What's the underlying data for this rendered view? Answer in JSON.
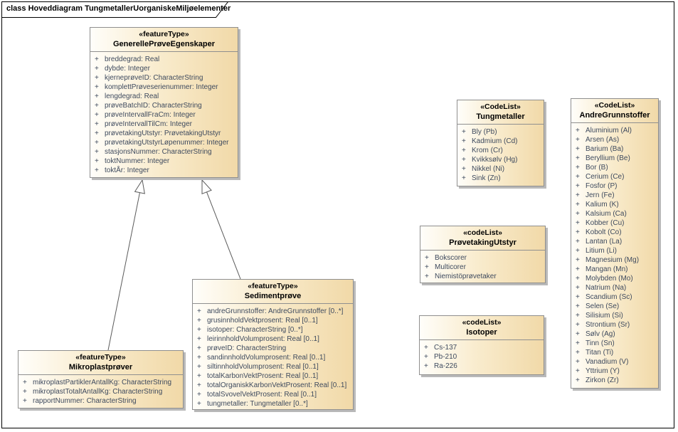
{
  "diagram": {
    "title": "class Hoveddiagram TungmetallerUorganiskeMiljøelementer",
    "visibility_marker": "+",
    "colors": {
      "box_fill_left": "#fffefa",
      "box_fill_right": "#f1d9a8",
      "box_border": "#8f8f8f",
      "box_shadow": "#b9b9b9",
      "attribute_text": "#3e4a5e",
      "title_text": "#000000",
      "connector": "#5a5a5a",
      "frame": "#000000"
    }
  },
  "classes": {
    "generelle": {
      "stereotype": "«featureType»",
      "name": "GenerellePrøveEgenskaper",
      "attributes": [
        "breddegrad: Real",
        "dybde: Integer",
        "kjerneprøveID: CharacterString",
        "komplettPrøveserienummer: Integer",
        "lengdegrad: Real",
        "prøveBatchID: CharacterString",
        "prøveIntervallFraCm: Integer",
        "prøveIntervallTilCm: Integer",
        "prøvetakingUtstyr: PrøvetakingUtstyr",
        "prøvetakingUtstyrLøpenummer: Integer",
        "stasjonsNummer: CharacterString",
        "toktNummer: Integer",
        "toktÅr: Integer"
      ]
    },
    "mikroplast": {
      "stereotype": "«featureType»",
      "name": "Mikroplastprøver",
      "attributes": [
        "mikroplastPartiklerAntallKg: CharacterString",
        "mikroplastTotaltAntallKg: CharacterString",
        "rapportNummer: CharacterString"
      ]
    },
    "sediment": {
      "stereotype": "«featureType»",
      "name": "Sedimentprøve",
      "attributes": [
        "andreGrunnstoffer: AndreGrunnstoffer [0..*]",
        "grusinnholdVektprosent: Real [0..1]",
        "isotoper: CharacterString [0..*]",
        "leirinnholdVolumprosent: Real [0..1]",
        "prøveID: CharacterString",
        "sandinnholdVolumprosent: Real [0..1]",
        "siltinnholdVolumprosent: Real [0..1]",
        "totalKarbonVektProsent: Real [0..1]",
        "totalOrganiskKarbonVektProsent: Real [0..1]",
        "totalSvovelVektProsent: Real [0..1]",
        "tungmetaller: Tungmetaller [0..*]"
      ]
    },
    "tungmetaller": {
      "stereotype": "«CodeList»",
      "name": "Tungmetaller",
      "attributes": [
        "Bly (Pb)",
        "Kadmium (Cd)",
        "Krom (Cr)",
        "Kvikksølv (Hg)",
        "Nikkel (Ni)",
        "Sink (Zn)"
      ]
    },
    "andregrunnstoffer": {
      "stereotype": "«CodeList»",
      "name": "AndreGrunnstoffer",
      "attributes": [
        "Aluminium (Al)",
        "Arsen (As)",
        "Barium (Ba)",
        "Beryllium (Be)",
        "Bor (B)",
        "Cerium (Ce)",
        "Fosfor (P)",
        "Jern (Fe)",
        "Kalium (K)",
        "Kalsium (Ca)",
        "Kobber (Cu)",
        "Kobolt (Co)",
        "Lantan (La)",
        "Litium (Li)",
        "Magnesium (Mg)",
        "Mangan (Mn)",
        "Molybden (Mo)",
        "Natrium (Na)",
        "Scandium (Sc)",
        "Selen (Se)",
        "Silisium (Si)",
        "Strontium (Sr)",
        "Sølv (Ag)",
        "Tinn (Sn)",
        "Titan (Ti)",
        "Vanadium (V)",
        "Yttrium (Y)",
        "Zirkon (Zr)"
      ]
    },
    "provetakingutstyr": {
      "stereotype": "«codeList»",
      "name": "PrøvetakingUtstyr",
      "attributes": [
        "Bokscorer",
        "Multicorer",
        "Niemistöprøvetaker"
      ]
    },
    "isotoper": {
      "stereotype": "«codeList»",
      "name": "Isotoper",
      "attributes": [
        "Cs-137",
        "Pb-210",
        "Ra-226"
      ]
    }
  },
  "relationships": [
    {
      "type": "generalization",
      "from": "Mikroplastprøver",
      "to": "GenerellePrøveEgenskaper"
    },
    {
      "type": "generalization",
      "from": "Sedimentprøve",
      "to": "GenerellePrøveEgenskaper"
    }
  ]
}
